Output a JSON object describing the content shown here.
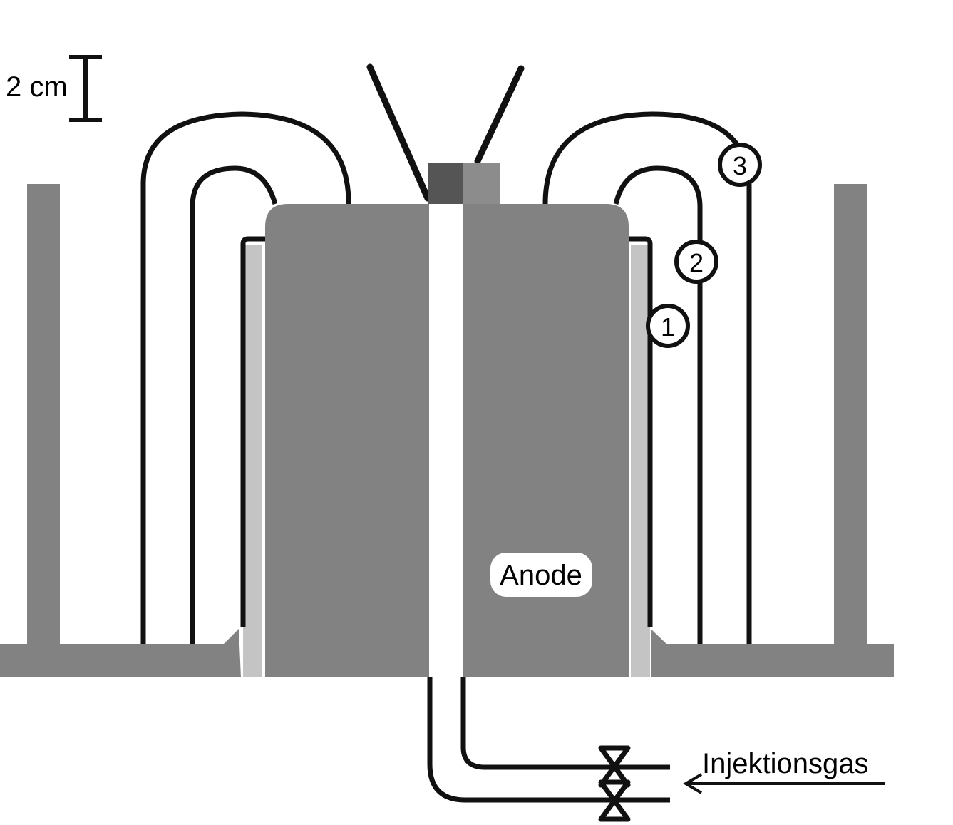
{
  "labels": {
    "scale_bar": "2 cm",
    "anode": "Anode",
    "injection_gas": "Injektionsgas",
    "marker_1": "1",
    "marker_2": "2",
    "marker_3": "3"
  },
  "colors": {
    "anode_fill": "#828282",
    "insulator_fill": "#c4c4c4",
    "stroke": "#111111",
    "background": "#ffffff"
  }
}
